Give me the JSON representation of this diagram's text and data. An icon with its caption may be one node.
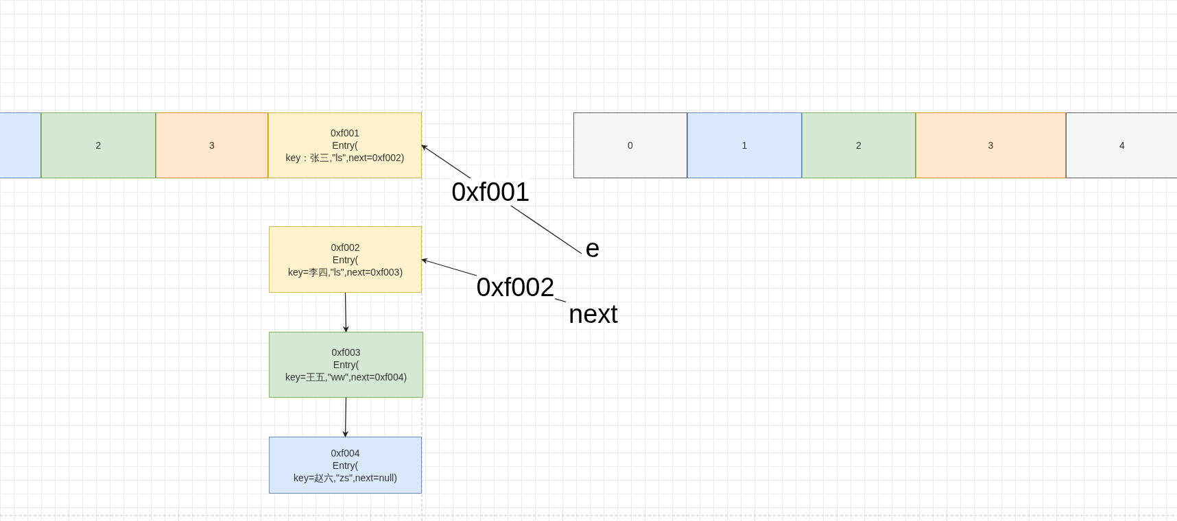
{
  "diagram": {
    "nodes": [
      {
        "text": [],
        "shape": "box"
      },
      {
        "text": [
          "2"
        ]
      },
      {
        "text": [
          "3"
        ]
      },
      {
        "text": [
          "0xf001 Entry( key：张三,\"ls\",next=0xf002)"
        ]
      },
      {
        "text": [
          "0"
        ]
      },
      {
        "text": [
          "1"
        ]
      },
      {
        "text": [
          "2"
        ]
      },
      {
        "text": [
          "3"
        ]
      },
      {
        "text": [
          "4"
        ]
      },
      {
        "text": [
          "0xf002 Entry( key=李四,\"ls\",next=0xf003)"
        ]
      },
      {
        "text": [
          "e"
        ]
      },
      {
        "text": [
          "next"
        ]
      },
      {
        "text": [
          "0xf003 Entry( key=王五,\"ww\",next=0xf004)"
        ]
      },
      {
        "text": [
          "0xf004 Entry( key=赵六,\"zs\",next=null)"
        ]
      }
    ],
    "edges": [
      {
        "from": 10,
        "to": 3,
        "arrow": "to",
        "label": "0xf001"
      },
      {
        "from": 11,
        "to": 9,
        "arrow": "to",
        "label": "0xf002"
      },
      {
        "from": 9,
        "to": 12,
        "arrow": "to"
      },
      {
        "from": 12,
        "to": 13,
        "arrow": "to"
      }
    ]
  }
}
